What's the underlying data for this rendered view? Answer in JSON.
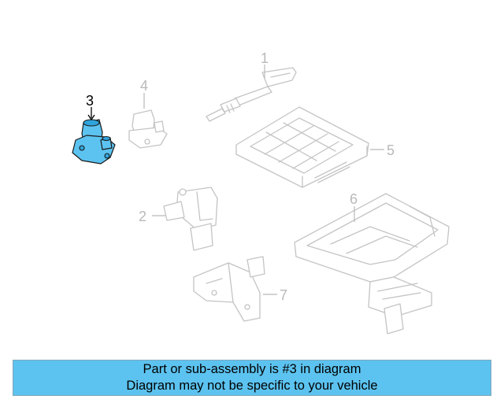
{
  "callouts": [
    {
      "number": "1"
    },
    {
      "number": "2"
    },
    {
      "number": "3"
    },
    {
      "number": "4"
    },
    {
      "number": "5"
    },
    {
      "number": "6"
    },
    {
      "number": "7"
    }
  ],
  "highlighted_callout": "3",
  "colors": {
    "highlight": "#5cc3f0",
    "banner_background": "#5cc3f0",
    "part_outline": "#c4c4c4",
    "callout_inactive": "#b9b9b9"
  },
  "banner": {
    "line1": "Part or sub-assembly is #3 in diagram",
    "line2": "Diagram may not be specific to your vehicle"
  }
}
